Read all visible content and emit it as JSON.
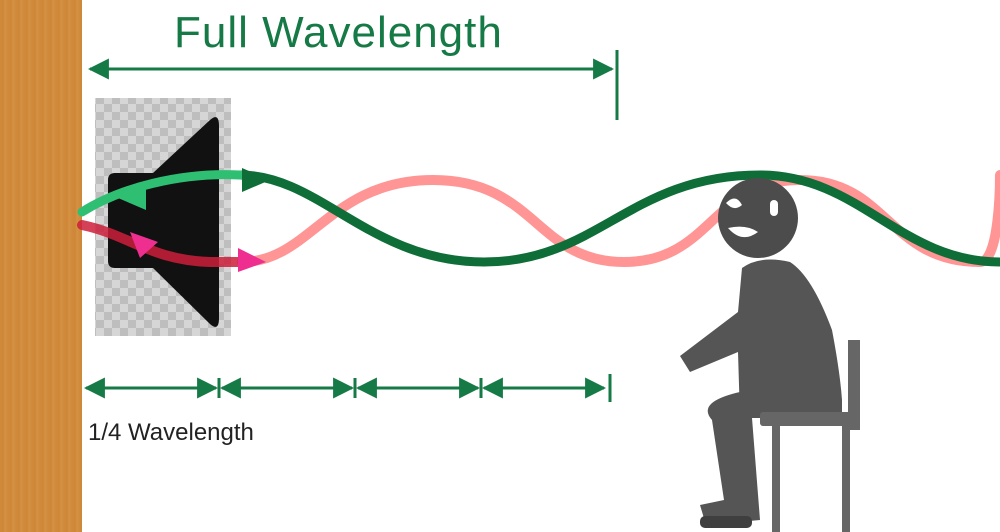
{
  "title": "Full Wavelength",
  "quarter_label": "1/4 Wavelength",
  "colors": {
    "wall": "#d08a3a",
    "dimension": "#157a45",
    "direct_wave": "#0f6e38",
    "direct_wave_near": "#2fbf73",
    "reflected_wave": "#ff8a8a",
    "reflected_wave_near": "#ee2f8f",
    "speaker": "#111111",
    "listener": "#555555"
  },
  "icons": {
    "speaker": "speaker-icon",
    "listener": "seated-person-icon",
    "wall": "wall-panel"
  }
}
